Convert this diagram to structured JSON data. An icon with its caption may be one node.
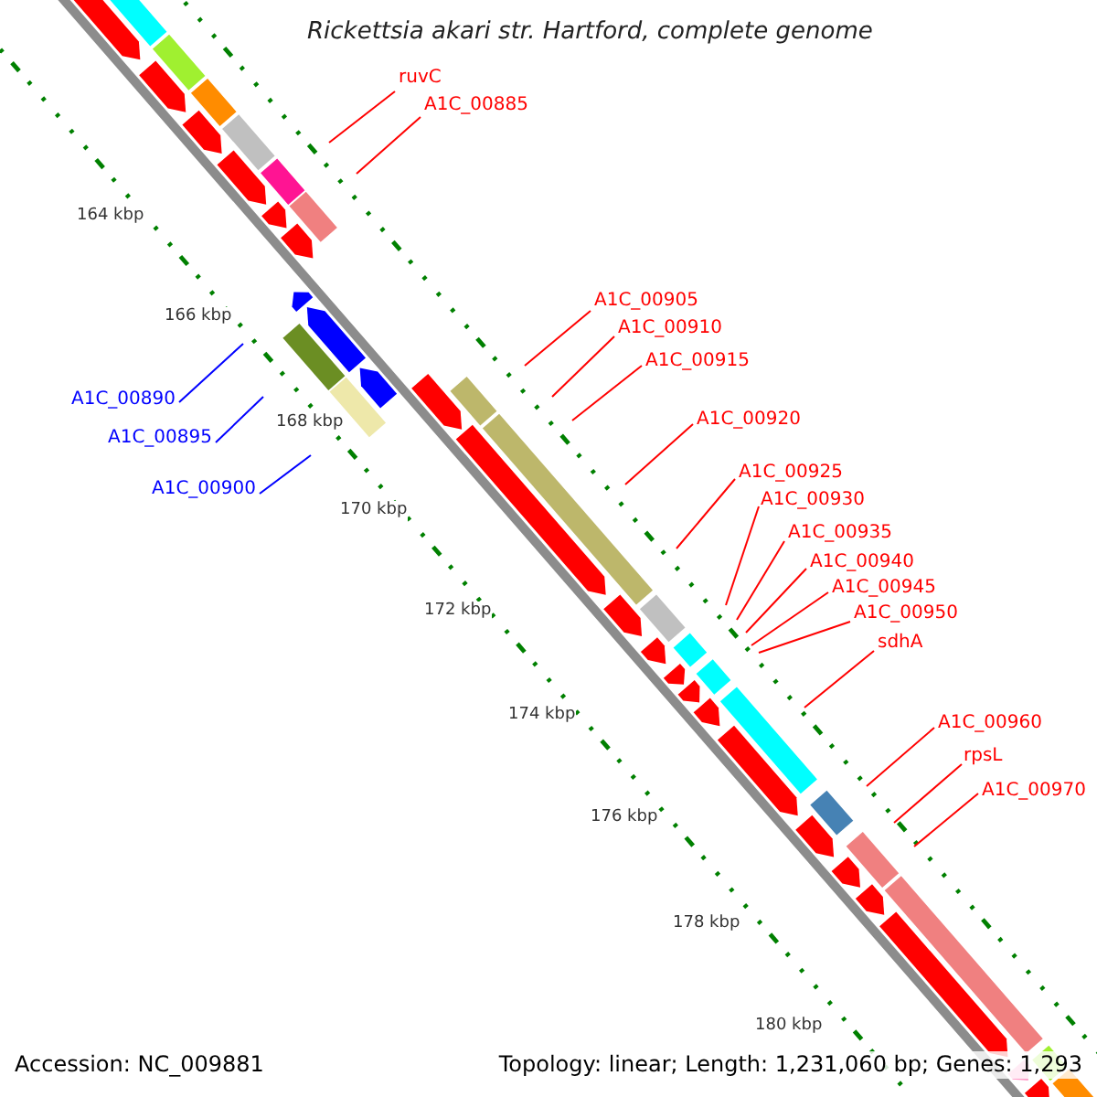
{
  "diagram": {
    "title": "Rickettsia akari str. Hartford, complete genome",
    "nodes": [
      {
        "text": [
          "ruvC"
        ]
      },
      {
        "text": [
          "A1C_00885"
        ]
      },
      {
        "text": [
          "A1C_00890"
        ]
      },
      {
        "text": [
          "A1C_00895"
        ]
      },
      {
        "text": [
          "A1C_00900"
        ]
      },
      {
        "text": [
          "A1C_00905"
        ]
      },
      {
        "text": [
          "A1C_00910"
        ]
      },
      {
        "text": [
          "A1C_00915"
        ]
      },
      {
        "text": [
          "A1C_00920"
        ]
      },
      {
        "text": [
          "A1C_00925"
        ]
      },
      {
        "text": [
          "A1C_00930"
        ]
      },
      {
        "text": [
          "A1C_00935"
        ]
      },
      {
        "text": [
          "A1C_00940"
        ]
      },
      {
        "text": [
          "A1C_00945"
        ]
      },
      {
        "text": [
          "A1C_00950"
        ]
      },
      {
        "text": [
          "sdhA"
        ]
      },
      {
        "text": [
          "A1C_00960"
        ]
      },
      {
        "text": [
          "rpsL"
        ]
      },
      {
        "text": [
          "A1C_00970"
        ]
      }
    ],
    "edges": [
      {
        "from": 0,
        "to": null,
        "arrow": "none"
      },
      {
        "from": 1,
        "to": null,
        "arrow": "none"
      },
      {
        "from": 2,
        "to": null,
        "arrow": "none",
        "color": "#0000ff"
      },
      {
        "from": 3,
        "to": null,
        "arrow": "none",
        "color": "#0000ff"
      },
      {
        "from": 4,
        "to": null,
        "arrow": "none",
        "color": "#0000ff"
      },
      {
        "from": 5,
        "to": null,
        "arrow": "none"
      },
      {
        "from": 6,
        "to": null,
        "arrow": "none"
      },
      {
        "from": 7,
        "to": null,
        "arrow": "none"
      },
      {
        "from": 8,
        "to": null,
        "arrow": "none"
      },
      {
        "from": 9,
        "to": null,
        "arrow": "none"
      },
      {
        "from": 10,
        "to": null,
        "arrow": "none"
      },
      {
        "from": 11,
        "to": null,
        "arrow": "none"
      },
      {
        "from": 12,
        "to": null,
        "arrow": "none"
      },
      {
        "from": 13,
        "to": null,
        "arrow": "none"
      },
      {
        "from": 14,
        "to": null,
        "arrow": "none"
      },
      {
        "from": 15,
        "to": null,
        "arrow": "none"
      },
      {
        "from": 16,
        "to": null,
        "arrow": "none"
      },
      {
        "from": 17,
        "to": null,
        "arrow": "none"
      },
      {
        "from": 18,
        "to": null,
        "arrow": "none"
      }
    ],
    "labels": [
      "164 kbp",
      "166 kbp",
      "168 kbp",
      "170 kbp",
      "172 kbp",
      "174 kbp",
      "176 kbp",
      "178 kbp",
      "180 kbp",
      "Accession: NC_009881",
      "Topology: linear; Length: 1,231,060 bp; Genes: 1,293"
    ]
  }
}
